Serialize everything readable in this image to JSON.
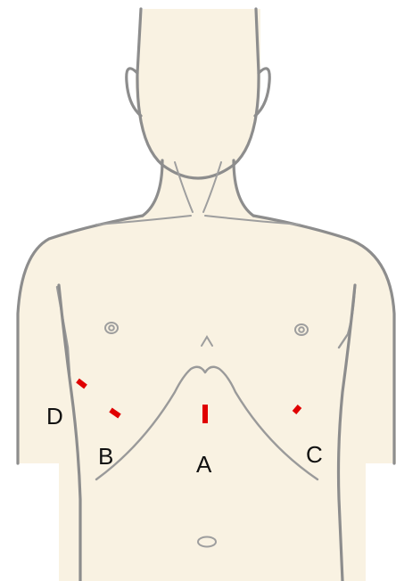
{
  "colors": {
    "skin": "#f9f2e2",
    "outline": "#8d8d8d",
    "marker": "#e00000",
    "label": "#111111"
  },
  "labels": {
    "a": "A",
    "b": "B",
    "c": "C",
    "d": "D"
  }
}
